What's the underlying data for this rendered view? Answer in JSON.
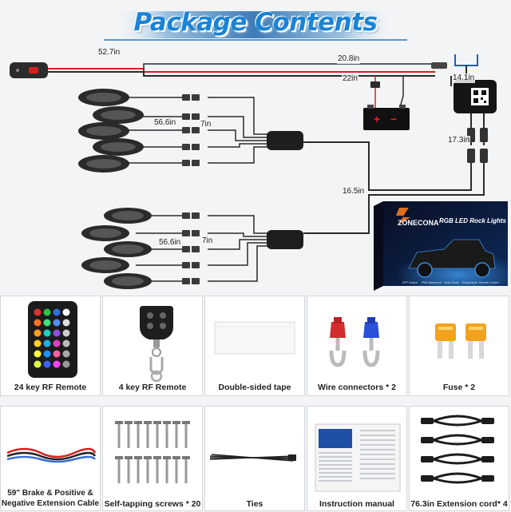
{
  "title": "Package Contents",
  "wiring_labels": {
    "switch_cable": "52.7in",
    "main_cable": "20.8in",
    "battery_cable": "22in",
    "controller_in": "14.1in",
    "splitter_upper": "56.6in",
    "splitter_upper_short": "7in",
    "controller_out": "17.3in",
    "hub_link": "16.5in",
    "splitter_lower": "56.6in",
    "splitter_lower_short": "7in"
  },
  "product_box": {
    "brand": "ZONECONA",
    "title": "RGB LED Rock Lights",
    "features": [
      "APP Control",
      "IP68 Waterproof",
      "Music Mode",
      "Timing Mode",
      "Remote Control"
    ]
  },
  "items_row1": [
    {
      "caption": "24 key RF Remote",
      "icon": "rf-remote-24-key"
    },
    {
      "caption": "4 key RF Remote",
      "icon": "rf-remote-4-key"
    },
    {
      "caption": "Double-sided tape",
      "icon": "double-sided-tape"
    },
    {
      "caption": "Wire connectors * 2",
      "icon": "wire-connectors"
    },
    {
      "caption": "Fuse * 2",
      "icon": "fuses"
    }
  ],
  "items_row2": [
    {
      "caption_lines": [
        "59\" Brake & Positive &",
        "Negative Extension Cable"
      ],
      "icon": "extension-cable"
    },
    {
      "caption": "Self-tapping screws * 20",
      "icon": "screws"
    },
    {
      "caption": "Ties",
      "icon": "cable-ties"
    },
    {
      "caption": "Instruction manual",
      "icon": "instruction-manual"
    },
    {
      "caption": "76.3in Extension cord* 4",
      "icon": "extension-cords"
    }
  ],
  "colors": {
    "title": "#1a83d6",
    "cable": "#2b2b2b",
    "power_red": "#d62020",
    "battery_red": "#e02020",
    "led_blue": "#3a8dde"
  }
}
